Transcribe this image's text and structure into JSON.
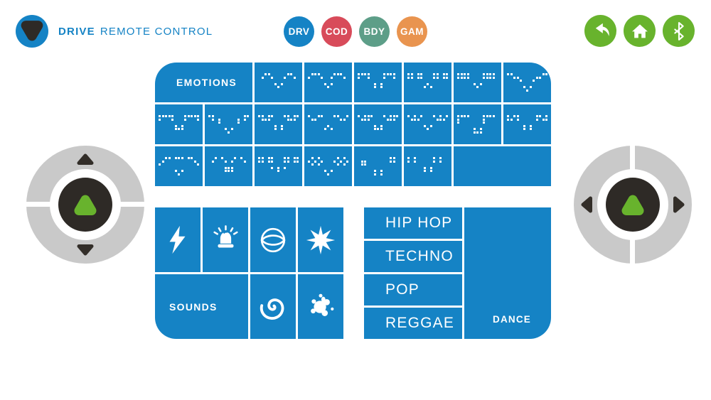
{
  "colors": {
    "blue": "#1583c5",
    "green": "#68b32d",
    "dark": "#2e2a26",
    "gray": "#c9c9c9",
    "red": "#d84b5a",
    "teal": "#5d9e88",
    "orange": "#e9944f"
  },
  "header": {
    "title_bold": "DRIVE",
    "title_rest": "REMOTE CONTROL"
  },
  "nav": {
    "tabs": [
      {
        "label": "DRV",
        "color": "#1583c5"
      },
      {
        "label": "COD",
        "color": "#d84b5a"
      },
      {
        "label": "BDY",
        "color": "#5d9e88"
      },
      {
        "label": "GAM",
        "color": "#e9944f"
      }
    ]
  },
  "actions": {
    "buttons": [
      {
        "name": "back"
      },
      {
        "name": "home"
      },
      {
        "name": "bluetooth"
      }
    ],
    "color": "#68b32d"
  },
  "emotions": {
    "label": "EMOTIONS",
    "faces": [
      {
        "name": "smile",
        "pattern": [
          "..##.....##..",
          ".#..#...#..#.",
          ".............",
          ".....#.#.....",
          "......#......",
          "............."
        ]
      },
      {
        "name": "grin",
        "pattern": [
          ".###....###..",
          "#...#..#...#.",
          ".............",
          ".....#.#.....",
          "......#......",
          "............."
        ]
      },
      {
        "name": "neutral",
        "pattern": [
          "####....####.",
          "#..#....#..#.",
          ".............",
          ".....#.#.....",
          ".....#.#.....",
          "............."
        ]
      },
      {
        "name": "surprised",
        "pattern": [
          "##.##...##.##",
          "##.##...##.##",
          ".............",
          "......#......",
          ".....#.#.....",
          "............."
        ]
      },
      {
        "name": "blank",
        "pattern": [
          "####....####.",
          "####....####.",
          ".............",
          ".....#.#.....",
          "......#......",
          "............."
        ]
      },
      {
        "name": "angry",
        "pattern": [
          "##.........##",
          "..##.....##..",
          "....#...#....",
          ".............",
          ".....#.#.....",
          "......#......"
        ]
      },
      {
        "name": "bold",
        "pattern": [
          "#####...#####",
          "#...#...#...#",
          ".............",
          ".....#.#.....",
          ".....###.....",
          "............."
        ]
      },
      {
        "name": "sad",
        "pattern": [
          "##.........##",
          ".#.#.....#.#.",
          "...#.....#...",
          ".............",
          ".....#.#.....",
          "......#......"
        ]
      },
      {
        "name": "sleepy",
        "pattern": [
          "##.##...##.##",
          ".###.....###.",
          ".............",
          ".....#.#.....",
          ".....#.#.....",
          "............."
        ]
      },
      {
        "name": "skeptic",
        "pattern": [
          "#..##...##..#",
          ".##.......##.",
          ".............",
          "......#......",
          ".....#.#.....",
          "............."
        ]
      },
      {
        "name": "pleased",
        "pattern": [
          "#.###...#.###",
          ".###.....###.",
          ".............",
          ".....#.#.....",
          ".....###.....",
          "............."
        ]
      },
      {
        "name": "calm",
        "pattern": [
          "#.#.#...#.#.#",
          ".###.....###.",
          ".............",
          ".....#.#.....",
          "......#......",
          "............."
        ]
      },
      {
        "name": "worried",
        "pattern": [
          "####....####.",
          "#.......#....",
          "#.......#....",
          ".............",
          ".....#.#.....",
          ".....###....."
        ]
      },
      {
        "name": "annoyed",
        "pattern": [
          "#.##.....##.#",
          "##.#.....#.##",
          ".............",
          ".....#.#.....",
          ".....#.#.....",
          "............."
        ]
      },
      {
        "name": "laugh",
        "pattern": [
          "..##.###.##..",
          ".#.........#.",
          "#...........#",
          ".............",
          ".....#.#.....",
          "......#......"
        ]
      },
      {
        "name": "open-mouth",
        "pattern": [
          "..#.#...#.#..",
          ".#...#.#...#.",
          ".............",
          ".....###.....",
          ".....###.....",
          "............."
        ]
      },
      {
        "name": "confused",
        "pattern": [
          "##.##...##.##",
          "##.##...##.##",
          ".............",
          "....#.#.#....",
          "......#......",
          "............."
        ]
      },
      {
        "name": "dizzy",
        "pattern": [
          ".#.#.....#.#.",
          "#.#.#...#.#.#",
          ".#.#.....#.#.",
          ".............",
          ".....#.#.....",
          "......#......"
        ]
      },
      {
        "name": "shy",
        "pattern": [
          "..........##.",
          ".##.......##.",
          ".##..........",
          ".............",
          ".....#.#.....",
          ".....#.#....."
        ]
      },
      {
        "name": "look-away",
        "pattern": [
          "#.#.....#.#..",
          "#.#.....#.#..",
          ".............",
          ".....#.#.....",
          ".....#.#.....",
          "............."
        ]
      }
    ]
  },
  "sounds": {
    "label": "SOUNDS",
    "buttons": [
      {
        "name": "lightning"
      },
      {
        "name": "siren"
      },
      {
        "name": "orb"
      },
      {
        "name": "burst"
      },
      {
        "name": "spiral"
      },
      {
        "name": "splat"
      }
    ]
  },
  "dance": {
    "label": "DANCE",
    "genres": [
      "HIP HOP",
      "TECHNO",
      "POP",
      "REGGAE"
    ]
  },
  "dpads": {
    "left": {
      "directions": [
        "up",
        "down"
      ]
    },
    "right": {
      "directions": [
        "left",
        "right"
      ]
    }
  }
}
